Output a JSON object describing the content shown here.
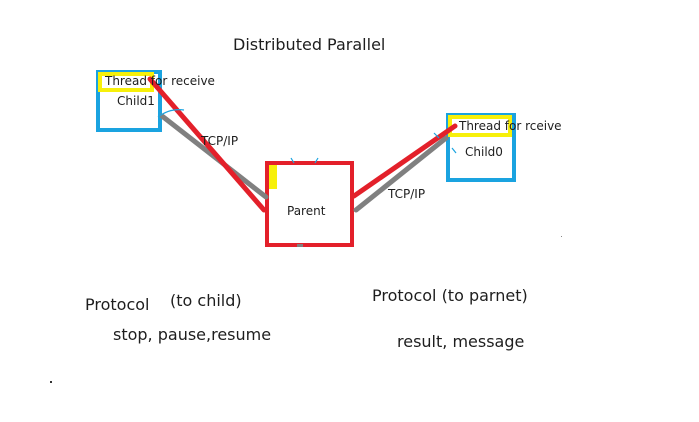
{
  "title": "Distributed Parallel",
  "nodes": {
    "child1": {
      "label": "Child1",
      "thread_label": "Thread for receive"
    },
    "child0": {
      "label": "Child0",
      "thread_label": "Thread for  rceive"
    },
    "parent": {
      "label": "Parent"
    }
  },
  "links": {
    "left": "TCP/IP",
    "right": "TCP/IP"
  },
  "protocols": {
    "to_child": {
      "heading": "Protocol",
      "qualifier": "(to child)",
      "messages": "stop, pause,resume"
    },
    "to_parent": {
      "heading": "Protocol (to parnet)",
      "messages": "result, message"
    }
  },
  "colors": {
    "child_border": "#1aa3e0",
    "parent_border": "#e3202a",
    "thread_highlight": "#f7f00a",
    "red_link": "#e3202a",
    "gray_link": "#808080"
  }
}
